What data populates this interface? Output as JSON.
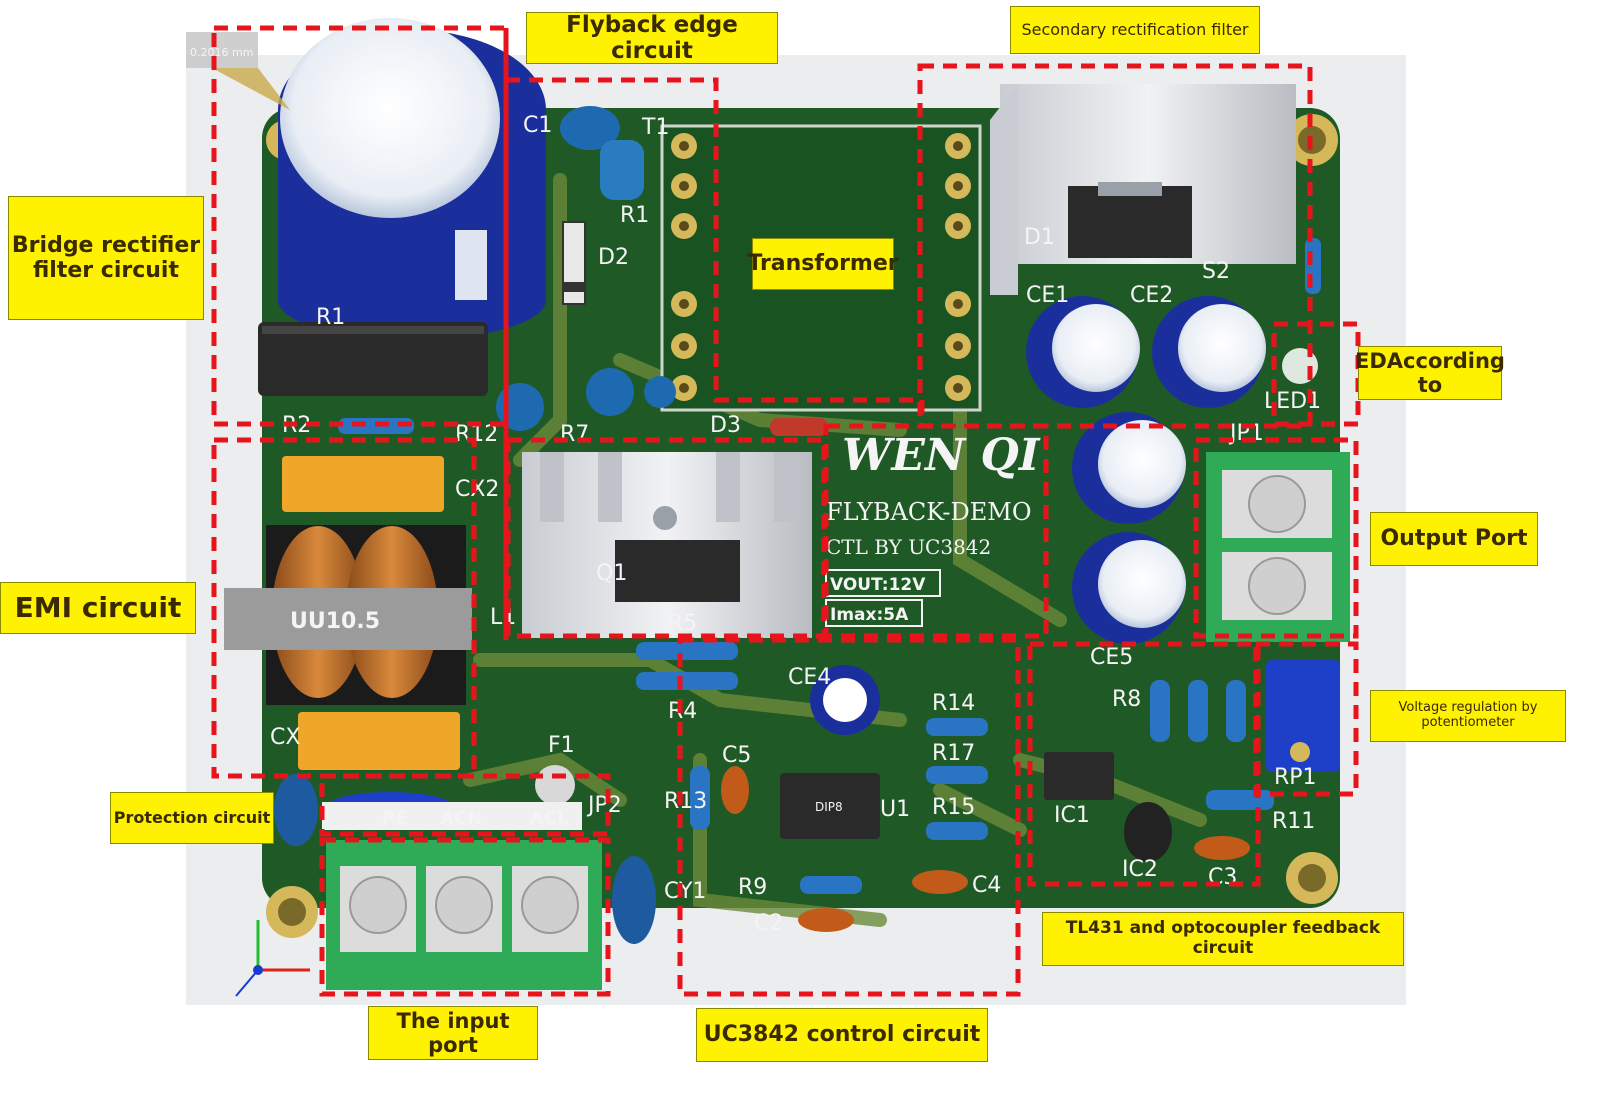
{
  "board": {
    "brand": "WEN QI",
    "model": "FLYBACK-DEMO",
    "controller_line": "CTL BY UC3842",
    "vout": "VOUT:12V",
    "imax": "Imax:5A",
    "inductor_marking": "UU10.5",
    "ic_marking": "DIP8",
    "scale_readout": "0.2016 mm",
    "port_labels": [
      "PE",
      "ACN",
      "ACL"
    ]
  },
  "callouts": {
    "flyback_edge": "Flyback edge circuit",
    "secondary_rect": "Secondary rectification filter",
    "bridge_rect": "Bridge rectifier filter circuit",
    "transformer": "Transformer",
    "eda": "EDAccording to",
    "output_port": "Output Port",
    "emi": "EMI circuit",
    "protection": "Protection circuit",
    "voltage_reg": "Voltage regulation by potentiometer",
    "tl431": "TL431 and optocoupler feedback circuit",
    "input_port": "The input port",
    "uc3842": "UC3842 control circuit"
  },
  "designators": {
    "C1": "C1",
    "T1": "T1",
    "R1a": "R1",
    "D2": "D2",
    "R1b": "R1",
    "R2": "R2",
    "R12": "R12",
    "R7": "R7",
    "D3": "D3",
    "CX2": "CX2",
    "L1": "L1",
    "Q1": "Q1",
    "R5": "R5",
    "R4": "R4",
    "CX": "CX",
    "F1": "F1",
    "JP2": "JP2",
    "CY1": "CY1",
    "R13": "R13",
    "C5": "C5",
    "CE4": "CE4",
    "R14": "R14",
    "R17": "R17",
    "R15": "R15",
    "U1": "U1",
    "R9": "R9",
    "C2": "C2",
    "C4": "C4",
    "D1": "D1",
    "S2": "S2",
    "CE1": "CE1",
    "CE2": "CE2",
    "LED1": "LED1",
    "JP1": "JP1",
    "CE5": "CE5",
    "R8": "R8",
    "IC1": "IC1",
    "IC2": "IC2",
    "C3": "C3",
    "R11": "R11",
    "RP1": "RP1"
  },
  "colors": {
    "pcb": "#1f5a26",
    "trace": "#6a8a3a",
    "pad": "#d4b85a",
    "dashed_box": "#e8141c",
    "callout_fill": "#fff200",
    "capacitor": "#1a2f9c",
    "capacitor_orange": "#f0a628",
    "heatsink": "#e0e2e6",
    "terminal": "#2faa57"
  },
  "icons": [
    "axis-gizmo-icon"
  ]
}
